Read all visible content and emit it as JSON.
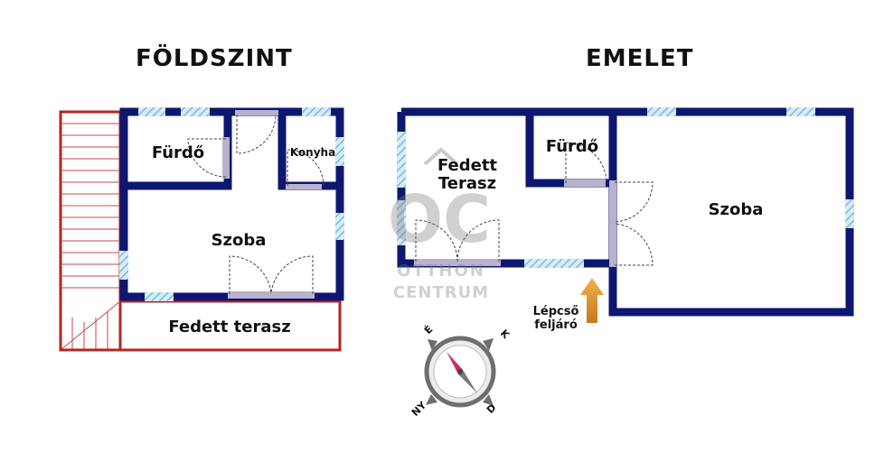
{
  "floors": {
    "ground": {
      "title": "FÖLDSZINT",
      "rooms": {
        "bathroom": "Fürdő",
        "kitchen": "Konyha",
        "room": "Szoba",
        "terrace": "Fedett terasz"
      }
    },
    "upper": {
      "title": "EMELET",
      "rooms": {
        "covered_terrace_line1": "Fedett",
        "covered_terrace_line2": "Terasz",
        "bathroom": "Fürdő",
        "room": "Szoba"
      },
      "stairs_label_line1": "Lépcső",
      "stairs_label_line2": "feljáró"
    }
  },
  "watermark": {
    "logo": "OC",
    "line1": "OTTHON",
    "line2": "CENTRUM"
  },
  "compass": {
    "north": "É",
    "east": "K",
    "south": "D",
    "west": "NY"
  },
  "colors": {
    "wall": "#0d1770",
    "window": "#8fc6e6",
    "terrace_outline": "#b32424",
    "door": "#b9b2cc",
    "arrow": "#e8a235"
  }
}
